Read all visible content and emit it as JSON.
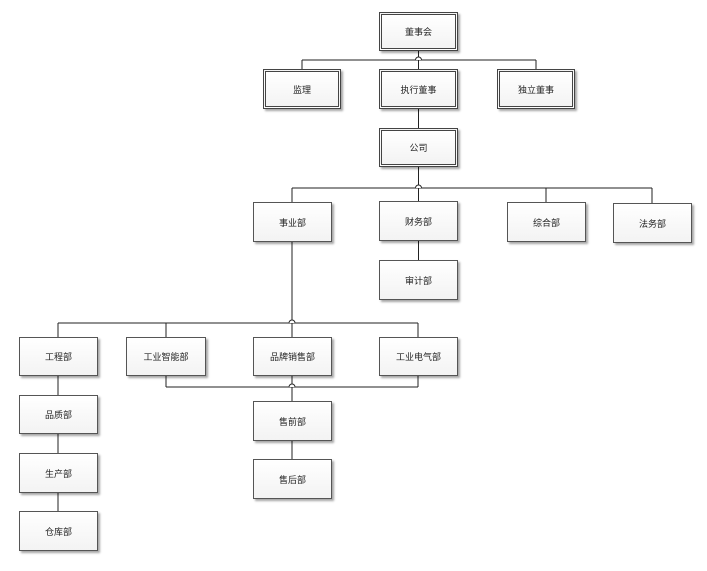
{
  "org_chart": {
    "nodes": {
      "board": "董事会",
      "supervisor": "监理",
      "executive_director": "执行董事",
      "independent_director": "独立董事",
      "company": "公司",
      "business_dept": "事业部",
      "finance_dept": "财务部",
      "general_dept": "综合部",
      "legal_dept": "法务部",
      "audit_dept": "审计部",
      "engineering_dept": "工程部",
      "industrial_intelligence_dept": "工业智能部",
      "brand_sales_dept": "品牌销售部",
      "industrial_electric_dept": "工业电气部",
      "quality_dept": "品质部",
      "presales_dept": "售前部",
      "production_dept": "生产部",
      "aftersales_dept": "售后部",
      "warehouse_dept": "仓库部"
    },
    "line_color": "#222222"
  }
}
